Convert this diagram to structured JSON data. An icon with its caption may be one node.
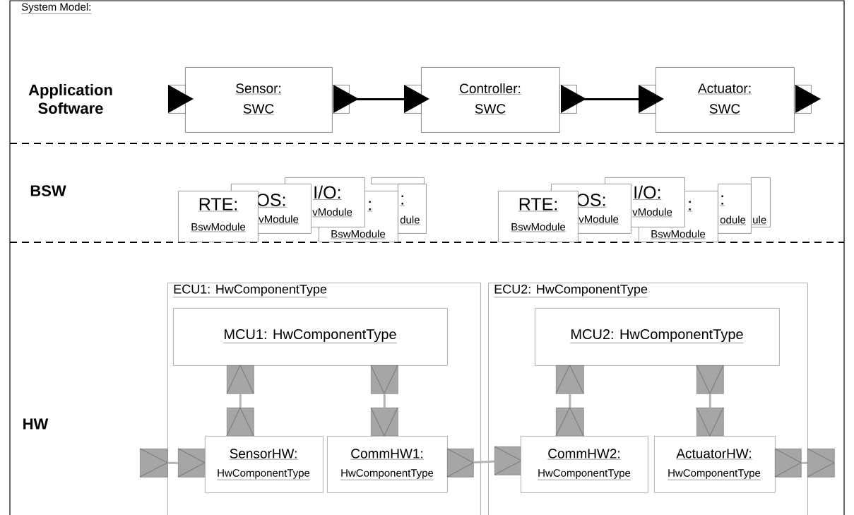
{
  "diagram": {
    "nodes": [
      {
        "text": [],
        "shape": "box"
      },
      {
        "text": [
          "Sensor:",
          "SWC"
        ]
      },
      {
        "text": [],
        "shape": "box"
      },
      {
        "text": [],
        "shape": "box"
      },
      {
        "text": [
          "Controller:",
          "SWC"
        ]
      },
      {
        "text": [],
        "shape": "box"
      },
      {
        "text": [],
        "shape": "box"
      },
      {
        "text": [
          "Actuator:",
          "SWC"
        ]
      },
      {
        "text": [],
        "shape": "box"
      },
      {
        "text": [
          "RTE:",
          "BswModule"
        ]
      },
      {
        "text": [
          "OS:",
          "vModule"
        ]
      },
      {
        "text": [
          "I/O:",
          "vModule"
        ]
      },
      {
        "text": [
          ":",
          "BswModule"
        ]
      },
      {
        "text": [
          ":",
          "dule"
        ]
      },
      {
        "text": [],
        "shape": "box"
      },
      {
        "text": [
          "RTE:",
          "BswModule"
        ]
      },
      {
        "text": [
          "OS:",
          "vModule"
        ]
      },
      {
        "text": [
          "I/O:",
          "vModule"
        ]
      },
      {
        "text": [
          ":",
          "BswModule"
        ]
      },
      {
        "text": [
          ":",
          "odule"
        ]
      },
      {
        "text": [
          "ule"
        ]
      },
      {
        "text": [
          "ECU1: HwComponentType"
        ]
      },
      {
        "text": [
          "MCU1: HwComponentType"
        ],
        "in": 21
      },
      {
        "text": [],
        "shape": "box",
        "in": 21
      },
      {
        "text": [],
        "shape": "box",
        "in": 21
      },
      {
        "text": [],
        "shape": "box",
        "in": 21
      },
      {
        "text": [],
        "shape": "box",
        "in": 21
      },
      {
        "text": [],
        "shape": "box"
      },
      {
        "text": [],
        "shape": "box",
        "in": 21
      },
      {
        "text": [
          "SensorHW:",
          "HwComponentType"
        ],
        "in": 21
      },
      {
        "text": [
          "CommHW1:",
          "HwComponentType"
        ],
        "in": 21
      },
      {
        "text": [],
        "shape": "box",
        "in": 21
      },
      {
        "text": [
          "ECU2: HwComponentType"
        ]
      },
      {
        "text": [
          "MCU2: HwComponentType"
        ],
        "in": 32
      },
      {
        "text": [],
        "shape": "box",
        "in": 32
      },
      {
        "text": [],
        "shape": "box",
        "in": 32
      },
      {
        "text": [],
        "shape": "box",
        "in": 32
      },
      {
        "text": [],
        "shape": "box",
        "in": 32
      },
      {
        "text": [],
        "shape": "box",
        "in": 32
      },
      {
        "text": [
          "CommHW2:",
          "HwComponentType"
        ],
        "in": 32
      },
      {
        "text": [
          "ActuatorHW:",
          "HwComponentType"
        ],
        "in": 32
      },
      {
        "text": [],
        "shape": "box",
        "in": 32
      },
      {
        "text": [],
        "shape": "box"
      }
    ],
    "edges": [
      {
        "from": 2,
        "to": 3,
        "arrow": "none",
        "color": "#000000"
      },
      {
        "from": 5,
        "to": 6,
        "arrow": "none",
        "color": "#000000"
      },
      {
        "from": 27,
        "to": 28,
        "arrow": "none"
      },
      {
        "from": 25,
        "to": 23,
        "arrow": "none"
      },
      {
        "from": 24,
        "to": 26,
        "arrow": "none"
      },
      {
        "from": 31,
        "to": 38,
        "arrow": "none"
      },
      {
        "from": 36,
        "to": 34,
        "arrow": "none"
      },
      {
        "from": 35,
        "to": 37,
        "arrow": "none"
      },
      {
        "from": 41,
        "to": 42,
        "arrow": "none"
      }
    ],
    "labels": [
      "System Model:",
      "Application Software",
      "BSW",
      "HW"
    ]
  }
}
